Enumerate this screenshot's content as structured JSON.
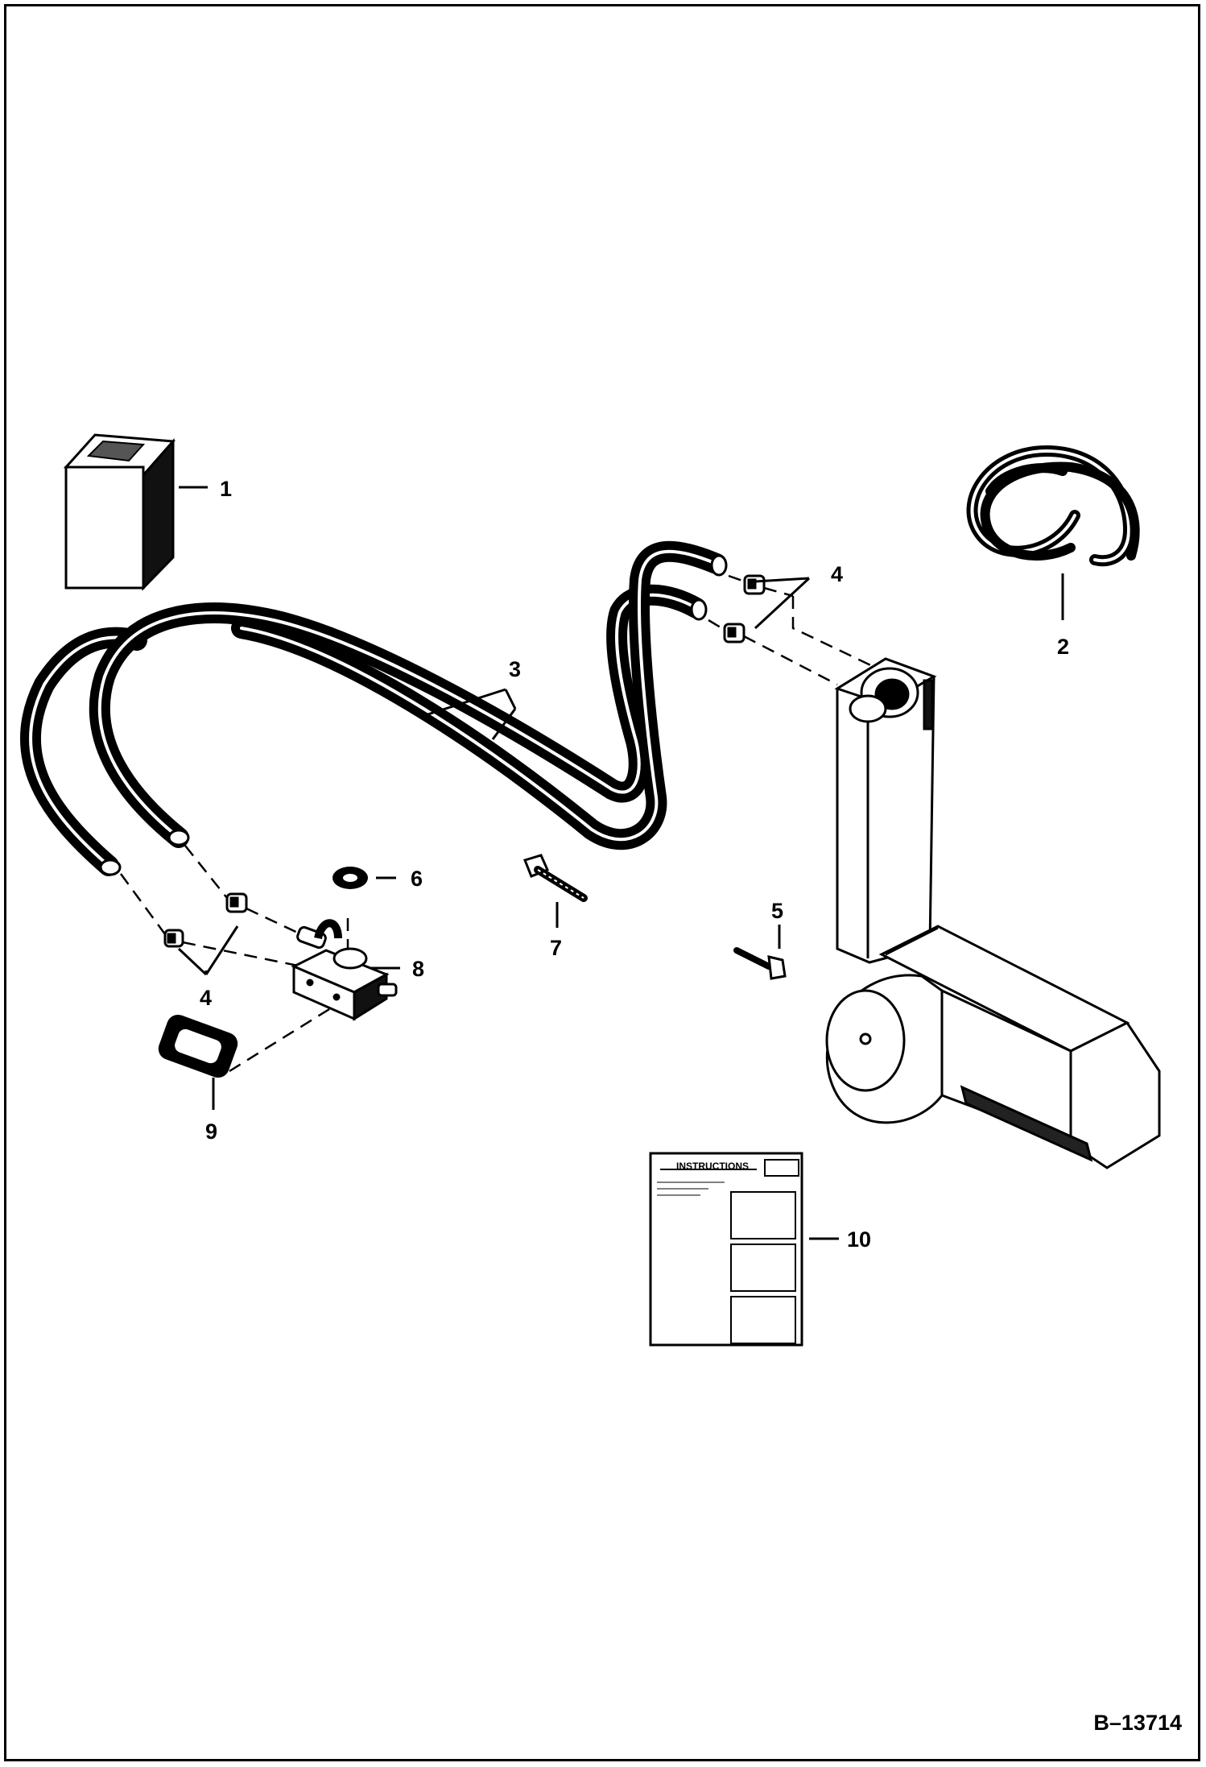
{
  "figure_id": "B–13714",
  "callouts": [
    {
      "id": "1",
      "label": "1"
    },
    {
      "id": "2",
      "label": "2"
    },
    {
      "id": "3",
      "label": "3"
    },
    {
      "id": "4a",
      "label": "4"
    },
    {
      "id": "4b",
      "label": "4"
    },
    {
      "id": "5",
      "label": "5"
    },
    {
      "id": "6",
      "label": "6"
    },
    {
      "id": "7",
      "label": "7"
    },
    {
      "id": "8",
      "label": "8"
    },
    {
      "id": "9",
      "label": "9"
    },
    {
      "id": "10",
      "label": "10"
    }
  ],
  "instruction_card": {
    "heading": "INSTRUCTIONS"
  }
}
